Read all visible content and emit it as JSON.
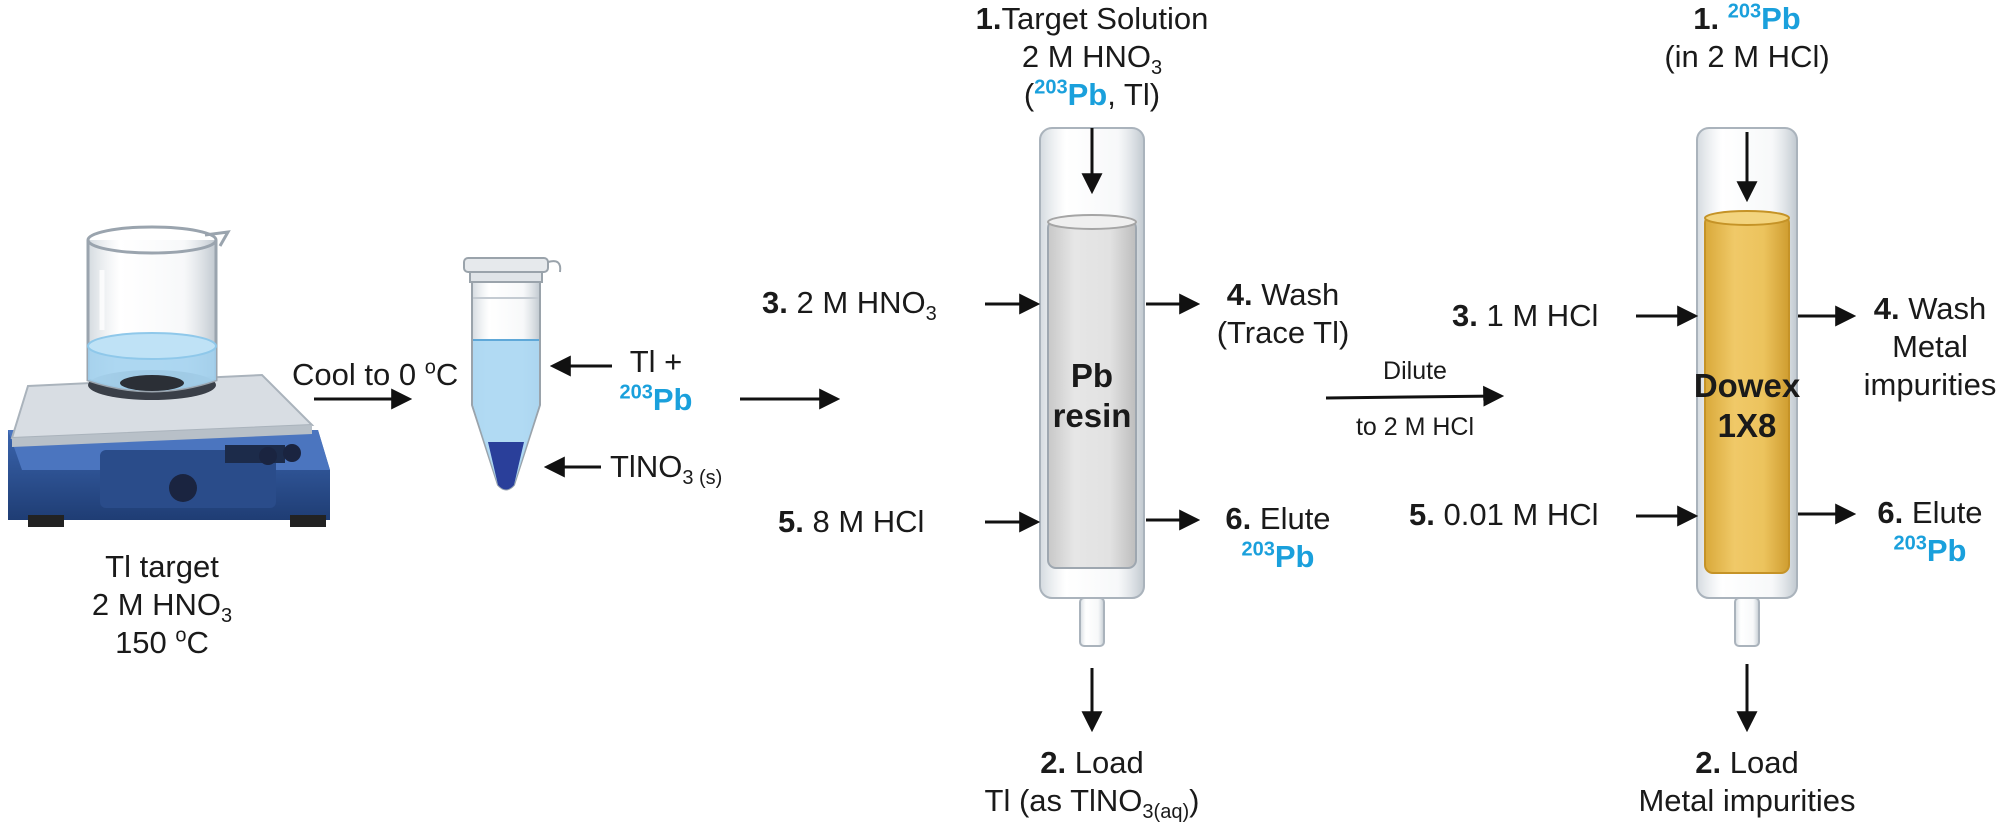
{
  "hotplate": {
    "line1": "Tl target",
    "line2_main": "2 M HNO",
    "line2_sub": "3",
    "line3_num": "150 ",
    "line3_sup": "o",
    "line3_unit": "C"
  },
  "cool_step": {
    "text": "Cool to 0 ",
    "sup": "o",
    "unit": "C"
  },
  "tube": {
    "add_label": "Tl +",
    "isotope_sup": "203",
    "isotope": "Pb",
    "precip_main": "TlNO",
    "precip_sub": "3 (s)"
  },
  "pb_column": {
    "name_line1": "Pb",
    "name_line2": "resin",
    "step1": {
      "num": "1.",
      "text": "Target Solution",
      "line2_main": "2 M HNO",
      "line2_sub": "3",
      "line3_open": "(",
      "line3_sup": "203",
      "line3_iso": "Pb",
      "line3_rest": ", Tl)"
    },
    "step2": {
      "num": "2.",
      "text": " Load",
      "line2_main": "Tl (as TlNO",
      "line2_sub": "3(aq)",
      "line2_close": ")"
    },
    "step3": {
      "num": "3.",
      "text": " 2 M HNO",
      "sub": "3"
    },
    "step4": {
      "num": "4.",
      "text": " Wash",
      "line2": "(Trace Tl)"
    },
    "step5": {
      "num": "5.",
      "text": " 8 M HCl"
    },
    "step6": {
      "num": "6.",
      "text": " Elute",
      "sup": "203",
      "iso": "Pb"
    }
  },
  "transfer": {
    "above": "Dilute",
    "below": "to 2 M HCl"
  },
  "dowex_column": {
    "name_line1": "Dowex",
    "name_line2": "1X8",
    "step1": {
      "num": "1.",
      "sup": "203",
      "iso": "Pb",
      "line2": "(in 2 M HCl)"
    },
    "step2": {
      "num": "2.",
      "text": " Load",
      "line2": "Metal impurities"
    },
    "step3": {
      "num": "3.",
      "text": " 1 M HCl"
    },
    "step4": {
      "num": "4.",
      "text": " Wash",
      "line2": "Metal",
      "line3": "impurities"
    },
    "step5": {
      "num": "5.",
      "text": " 0.01 M HCl"
    },
    "step6": {
      "num": "6.",
      "text": " Elute",
      "sup": "203",
      "iso": "Pb"
    }
  },
  "colors": {
    "isotope_blue": "#1aa0dc",
    "pb_resin_fill": "#dcdcdc",
    "dowex_fill": "#e8c25a",
    "hotplate_blue": "#2d4f8f",
    "solution_blue": "#8fc8ea",
    "precipitate": "#2a3f9a"
  },
  "icons": [
    "hotplate-icon",
    "beaker-icon",
    "microcentrifuge-tube-icon",
    "pb-resin-column-icon",
    "dowex-column-icon",
    "arrow-right-icon",
    "arrow-down-icon",
    "arrow-left-icon"
  ]
}
